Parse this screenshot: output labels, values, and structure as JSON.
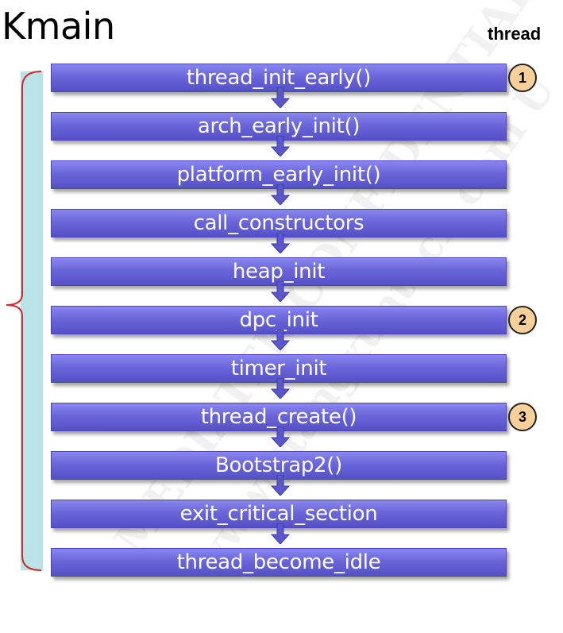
{
  "title": "Kmain",
  "side_label": "thread",
  "watermark_lines": [
    "MEDIATEK CONFIDENTIAL",
    "www@tangxuntech.com U"
  ],
  "steps": [
    {
      "label": "thread_init_early()",
      "badge": "1"
    },
    {
      "label": "arch_early_init()",
      "badge": ""
    },
    {
      "label": "platform_early_init()",
      "badge": ""
    },
    {
      "label": "call_constructors",
      "badge": ""
    },
    {
      "label": "heap_init",
      "badge": ""
    },
    {
      "label": "dpc_init",
      "badge": "2"
    },
    {
      "label": "timer_init",
      "badge": ""
    },
    {
      "label": "thread_create()",
      "badge": "3"
    },
    {
      "label": "Bootstrap2()",
      "badge": ""
    },
    {
      "label": "exit_critical_section",
      "badge": ""
    },
    {
      "label": "thread_become_idle",
      "badge": ""
    }
  ],
  "colors": {
    "step_fill": "#6a66da",
    "badge_fill": "#f9cf9a",
    "bracket_fill": "#b9e3e6",
    "bracket_line": "#d0282c"
  }
}
